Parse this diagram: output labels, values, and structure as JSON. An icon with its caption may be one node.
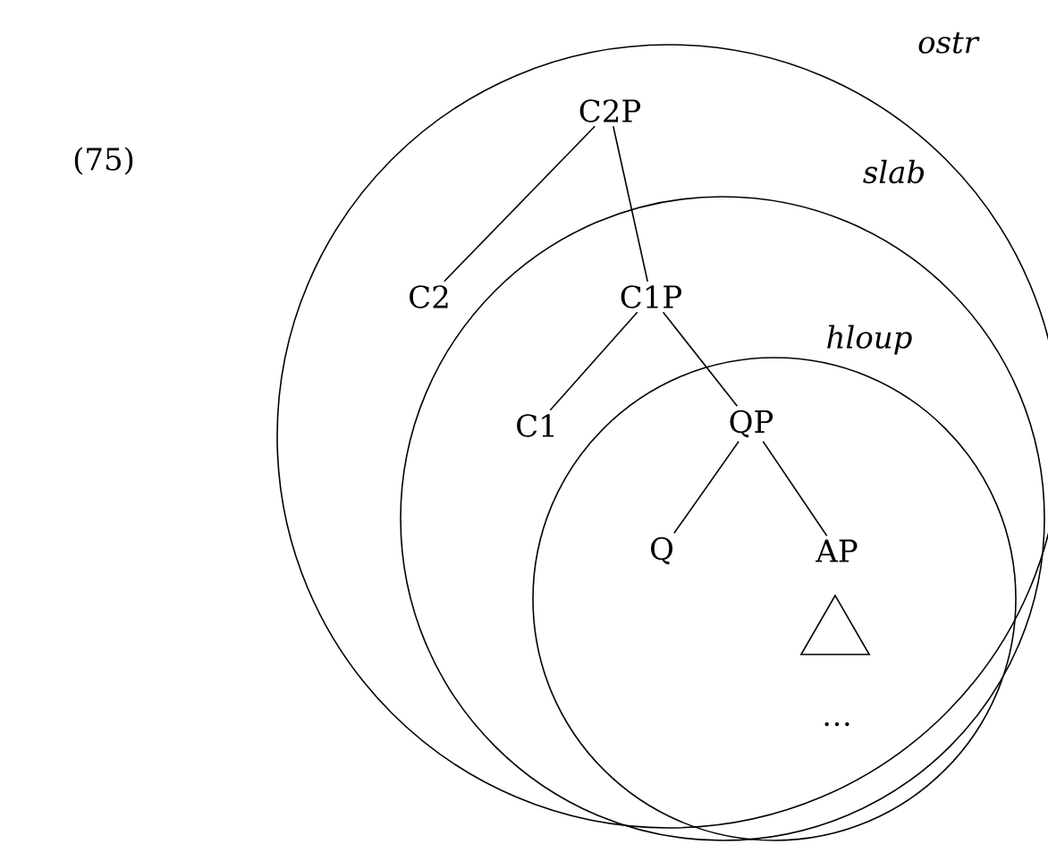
{
  "diagram": {
    "nodes": [
      {
        "text": [
          "ostr"
        ]
      },
      {
        "text": [
          "slab"
        ],
        "in": 0
      },
      {
        "text": [
          "hloup"
        ],
        "in": 1
      },
      {
        "text": [
          "C2P"
        ],
        "in": 0
      },
      {
        "text": [
          "C2"
        ],
        "in": 0
      },
      {
        "text": [
          "C1P"
        ],
        "in": 1
      },
      {
        "text": [
          "C1"
        ],
        "in": 1
      },
      {
        "text": [
          "QP"
        ],
        "in": 2
      },
      {
        "text": [
          "Q"
        ],
        "in": 2
      },
      {
        "text": [
          "AP"
        ],
        "in": 2
      },
      {
        "text": [],
        "shape": "triangle",
        "in": 2
      }
    ],
    "edges": [
      {
        "from": 3,
        "to": 4,
        "arrow": "none"
      },
      {
        "from": 3,
        "to": 5,
        "arrow": "none"
      },
      {
        "from": 5,
        "to": 6,
        "arrow": "none"
      },
      {
        "from": 5,
        "to": 7,
        "arrow": "none"
      },
      {
        "from": 7,
        "to": 8,
        "arrow": "none"
      },
      {
        "from": 7,
        "to": 9,
        "arrow": "none"
      }
    ],
    "labels": [
      "(75)",
      "…"
    ]
  }
}
